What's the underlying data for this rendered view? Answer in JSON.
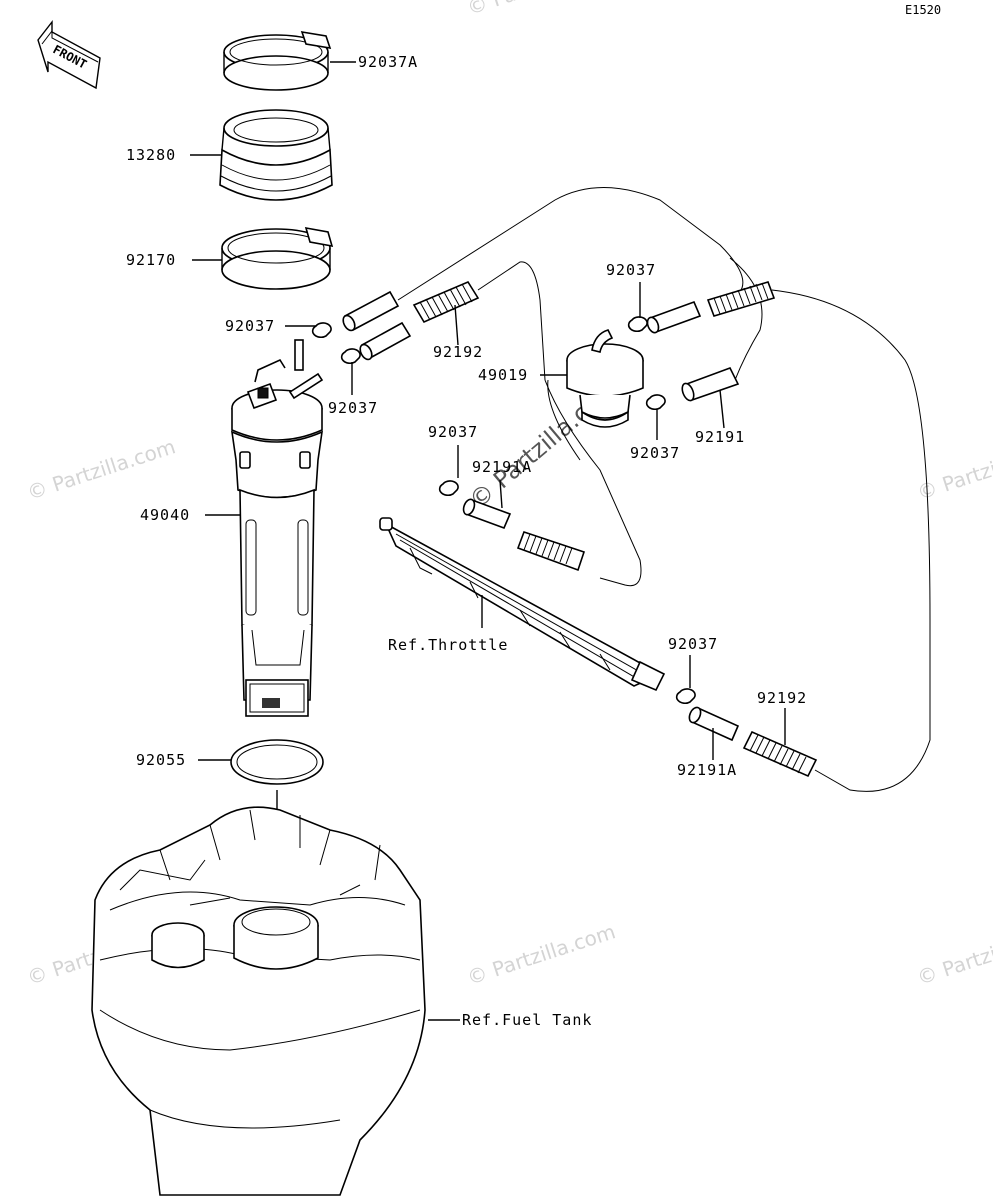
{
  "diagram_code": "E1520",
  "front_label": "FRONT",
  "watermark": "© Partzilla.com",
  "part_labels": {
    "clamp_top": "92037A",
    "grommet": "13280",
    "clamp_lower": "92170",
    "clip_left": "92037",
    "clip_left_2": "92037",
    "hose_upper": "92192",
    "filter": "49019",
    "clip_filter_top": "92037",
    "clip_filter_bottom": "92037",
    "hose_right": "92191",
    "pump": "49040",
    "clip_mid": "92037",
    "hose_mid": "92191A",
    "ref_throttle": "Ref.Throttle",
    "clip_right": "92037",
    "hose_lower_right": "92192",
    "hose_small_right": "92191A",
    "gasket": "92055",
    "ref_fuel_tank": "Ref.Fuel Tank"
  }
}
